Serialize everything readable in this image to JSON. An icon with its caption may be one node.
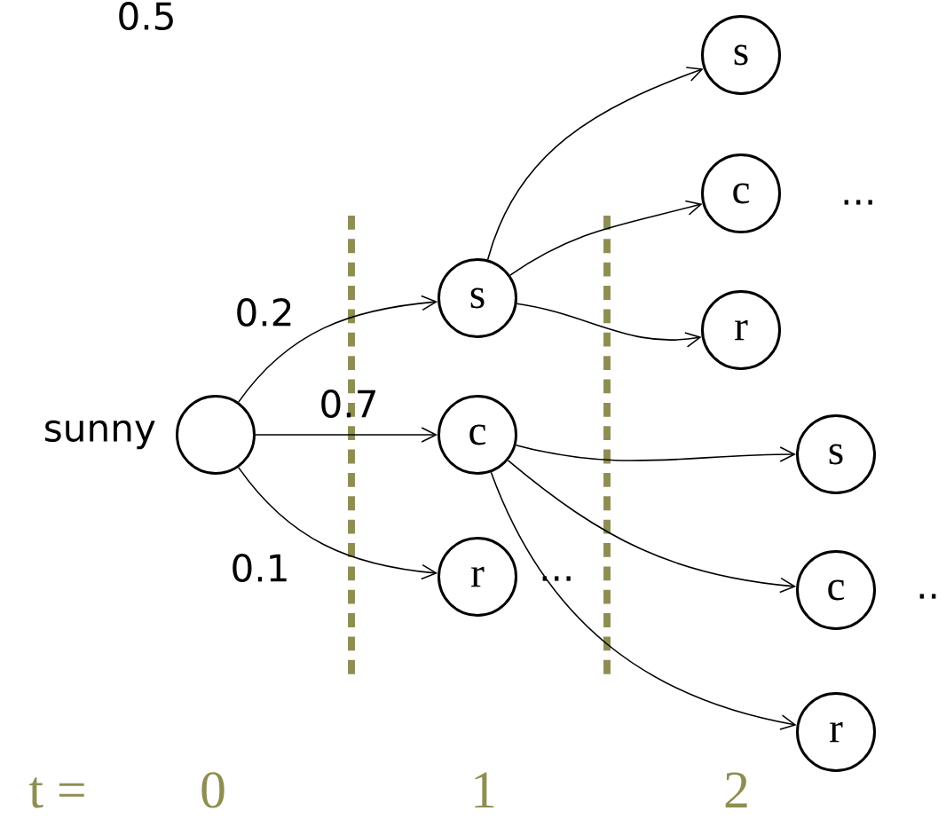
{
  "diagram": {
    "nodes": [
      {
        "text": [],
        "shape": "circle",
        "beside": [
          "sunny"
        ]
      },
      {
        "text": [
          "s"
        ]
      },
      {
        "text": [
          "c"
        ]
      },
      {
        "text": [
          "r"
        ],
        "beside": [
          "..."
        ]
      },
      {
        "text": [
          "s"
        ]
      },
      {
        "text": [
          "c"
        ],
        "beside": [
          "..."
        ]
      },
      {
        "text": [
          "r"
        ]
      },
      {
        "text": [
          "s"
        ]
      },
      {
        "text": [
          "c"
        ],
        "beside": [
          ".."
        ]
      },
      {
        "text": [
          "r"
        ]
      }
    ],
    "edges": [
      {
        "from": 0,
        "to": 1,
        "arrow": "to",
        "label": "0.2"
      },
      {
        "from": 0,
        "to": 2,
        "arrow": "to",
        "label": "0.7"
      },
      {
        "from": 0,
        "to": 3,
        "arrow": "to",
        "label": "0.1"
      },
      {
        "from": 1,
        "to": 4,
        "arrow": "to"
      },
      {
        "from": 1,
        "to": 5,
        "arrow": "to"
      },
      {
        "from": 1,
        "to": 6,
        "arrow": "to"
      },
      {
        "from": 2,
        "to": 7,
        "arrow": "to"
      },
      {
        "from": 2,
        "to": 8,
        "arrow": "to"
      },
      {
        "from": 2,
        "to": 9,
        "arrow": "to"
      }
    ],
    "labels": [
      "0.5",
      "t =",
      "0",
      "1",
      "2"
    ]
  }
}
